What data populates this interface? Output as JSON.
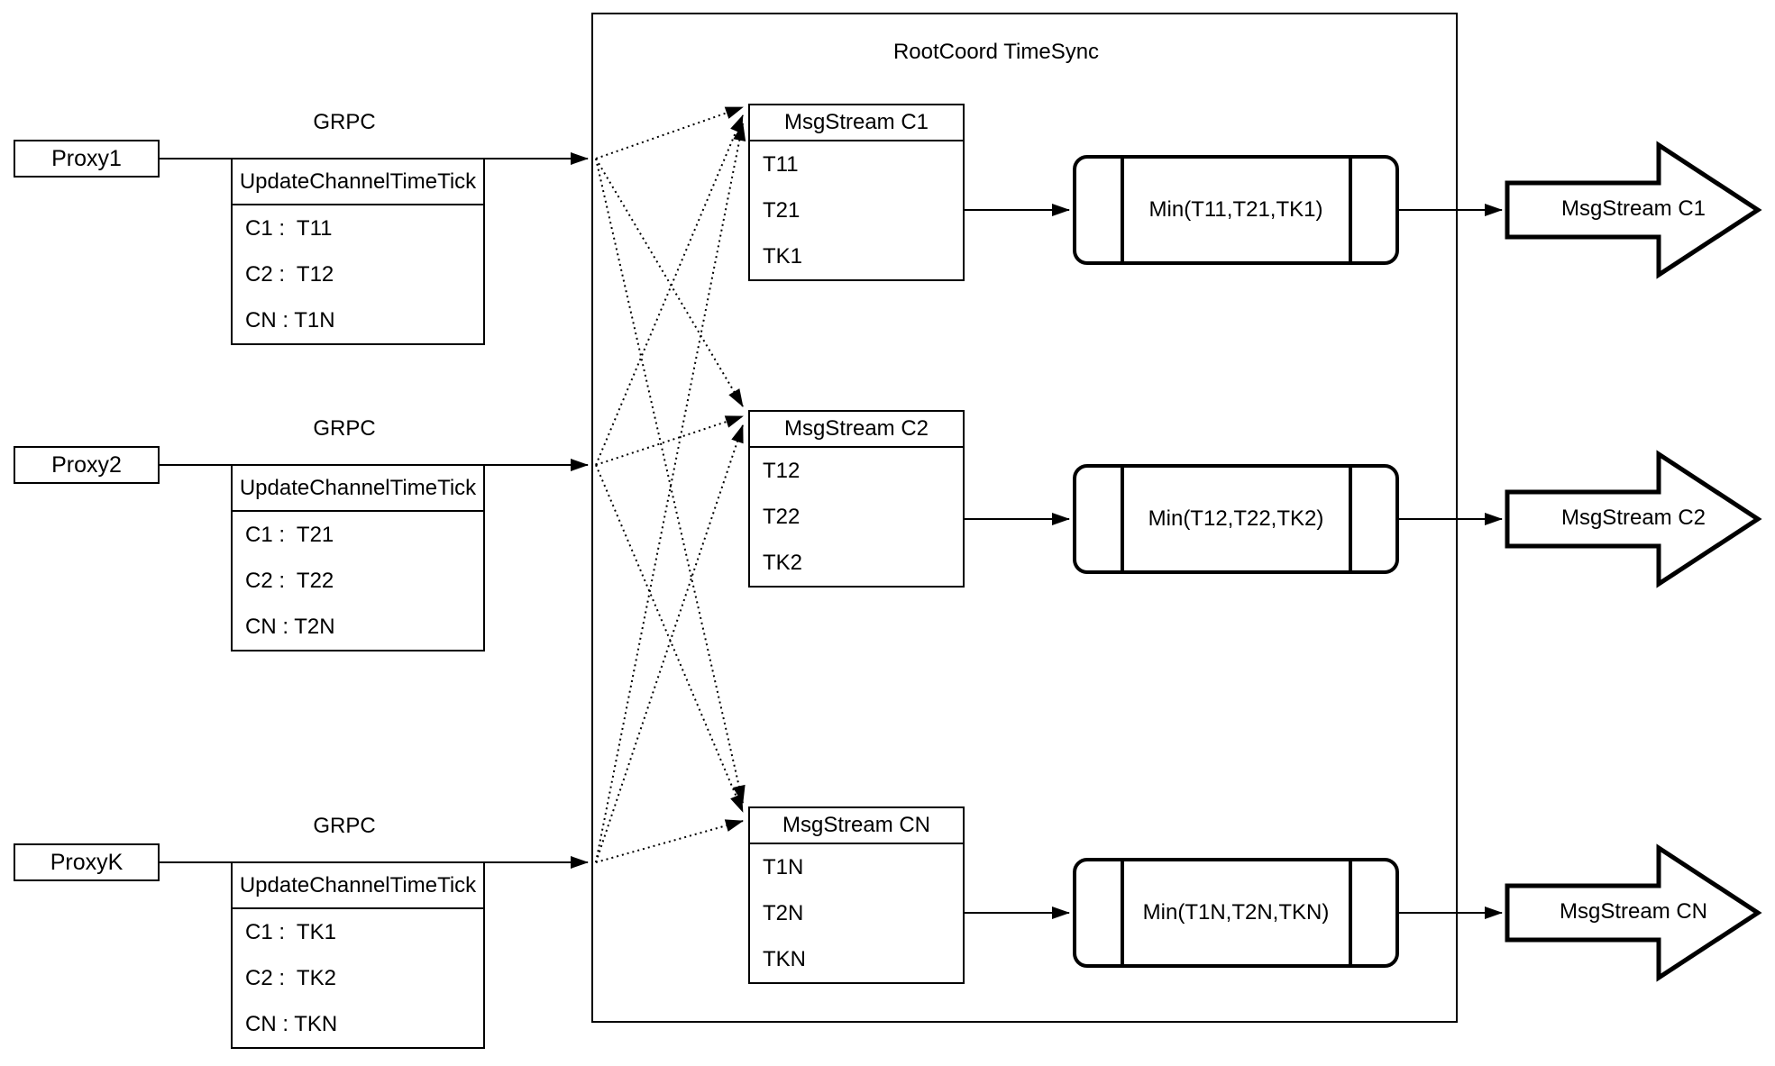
{
  "diagram": {
    "title": "RootCoord TimeSync",
    "colors": {
      "stroke": "#000000",
      "background": "#ffffff"
    },
    "rows": [
      {
        "proxy_label": "Proxy1",
        "grpc_label": "GRPC",
        "update_tick": {
          "header": "UpdateChannelTimeTick",
          "entries": [
            "C1 :  T11",
            "C2 :  T12",
            "CN : T1N"
          ]
        },
        "msgstream_table": {
          "header": "MsgStream C1",
          "entries": [
            "T11",
            "T21",
            "TK1"
          ]
        },
        "min_label": "Min(T11,T21,TK1)",
        "output_arrow_label": "MsgStream C1"
      },
      {
        "proxy_label": "Proxy2",
        "grpc_label": "GRPC",
        "update_tick": {
          "header": "UpdateChannelTimeTick",
          "entries": [
            "C1 :  T21",
            "C2 :  T22",
            "CN : T2N"
          ]
        },
        "msgstream_table": {
          "header": "MsgStream C2",
          "entries": [
            "T12",
            "T22",
            "TK2"
          ]
        },
        "min_label": "Min(T12,T22,TK2)",
        "output_arrow_label": "MsgStream C2"
      },
      {
        "proxy_label": "ProxyK",
        "grpc_label": "GRPC",
        "update_tick": {
          "header": "UpdateChannelTimeTick",
          "entries": [
            "C1 :  TK1",
            "C2 :  TK2",
            "CN : TKN"
          ]
        },
        "msgstream_table": {
          "header": "MsgStream CN",
          "entries": [
            "T1N",
            "T2N",
            "TKN"
          ]
        },
        "min_label": "Min(T1N,T2N,TKN)",
        "output_arrow_label": "MsgStream CN"
      }
    ]
  }
}
